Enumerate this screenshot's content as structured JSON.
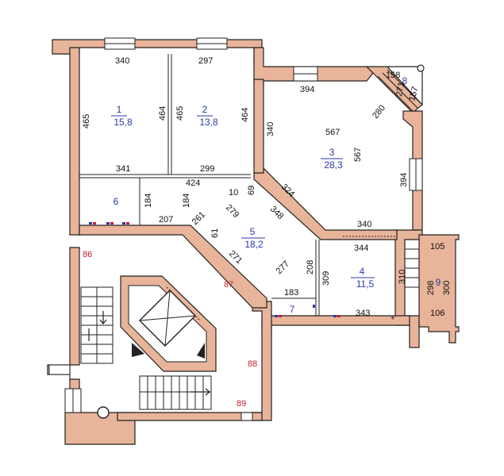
{
  "rooms": [
    {
      "id": "room-1",
      "number": "1",
      "area": "15,8"
    },
    {
      "id": "room-2",
      "number": "2",
      "area": "13,8"
    },
    {
      "id": "room-3",
      "number": "3",
      "area": "28,3"
    },
    {
      "id": "room-4",
      "number": "4",
      "area": "11,5"
    },
    {
      "id": "room-5",
      "number": "5",
      "area": "18,2"
    },
    {
      "id": "room-6",
      "number": "6",
      "area": ""
    },
    {
      "id": "room-7",
      "number": "7",
      "area": ""
    },
    {
      "id": "room-8",
      "number": "8",
      "area": ""
    },
    {
      "id": "room-9",
      "number": "9",
      "area": ""
    }
  ],
  "dimensions": [
    "340",
    "297",
    "465",
    "464",
    "465",
    "464",
    "341",
    "299",
    "424",
    "184",
    "184",
    "207",
    "394",
    "158",
    "157",
    "271",
    "280",
    "567",
    "567",
    "340",
    "394",
    "324",
    "348",
    "279",
    "10",
    "69",
    "261",
    "61",
    "271",
    "277",
    "340",
    "344",
    "105",
    "310",
    "298",
    "300",
    "106",
    "208",
    "309",
    "183",
    "343"
  ],
  "risers": [
    "86",
    "87",
    "88",
    "89"
  ],
  "colors": {
    "wall_fill": "#e8b49a",
    "room_label": "#2a3aa8",
    "riser_label": "#c8202a"
  }
}
